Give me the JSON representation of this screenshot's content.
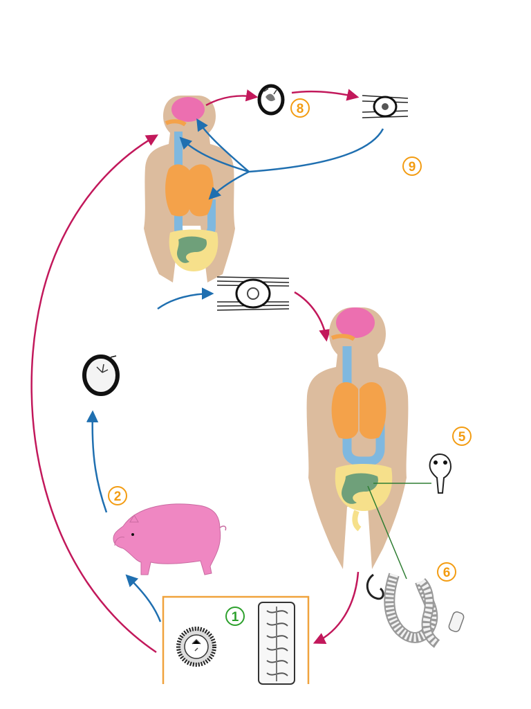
{
  "colors": {
    "arrow_magenta": "#c2185b",
    "arrow_blue": "#1f6fb0",
    "step_orange": "#f39c12",
    "step_green": "#2ca02c",
    "skin": "#dcbc9e",
    "brain": "#ec6fb0",
    "lungs": "#f4a24a",
    "airway": "#7fb8df",
    "intestine_outer": "#f6e08b",
    "intestine_inner": "#6fa07a",
    "pig": "#ef87c2",
    "box_border": "#f0a23c"
  },
  "steps": [
    {
      "id": "step-1",
      "label": "1"
    },
    {
      "id": "step-2",
      "label": "2"
    },
    {
      "id": "step-5",
      "label": "5"
    },
    {
      "id": "step-6",
      "label": "6"
    },
    {
      "id": "step-8",
      "label": "8"
    },
    {
      "id": "step-9",
      "label": "9"
    }
  ],
  "icons": [
    "human-torso-icon",
    "pig-icon",
    "egg-icon",
    "oncosphere-icon",
    "cysticercus-in-tissue-icon",
    "scolex-icon",
    "proglottid-icon",
    "tapeworm-icon"
  ]
}
